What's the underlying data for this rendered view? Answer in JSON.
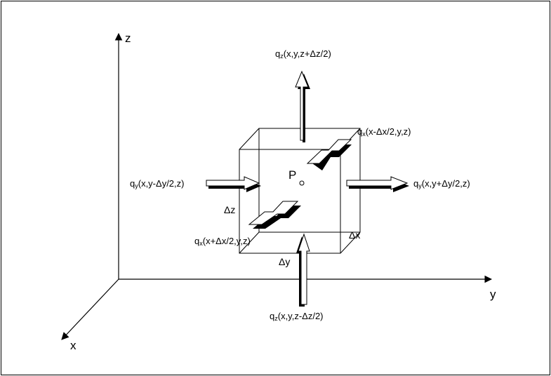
{
  "axes": {
    "x": "x",
    "y": "y",
    "z": "z"
  },
  "point": "P",
  "dimensions": {
    "dx": "Δx",
    "dy": "Δy",
    "dz": "Δz"
  },
  "fluxes": {
    "qz_top": {
      "q": "q",
      "sub": "z",
      "args": "(x,y,z+Δz/2)"
    },
    "qz_bottom": {
      "q": "q",
      "sub": "z",
      "args": "(x,y,z-Δz/2)"
    },
    "qy_left": {
      "q": "q",
      "sub": "y",
      "args": "(x,y-Δy/2,z)"
    },
    "qy_right": {
      "q": "q",
      "sub": "y",
      "args": "(x,y+Δy/2,z)"
    },
    "qx_back": {
      "q": "q",
      "sub": "x",
      "args": "(x-Δx/2,y,z)"
    },
    "qx_front": {
      "q": "q",
      "sub": "x",
      "args": "(x+Δx/2,y,z)"
    }
  }
}
